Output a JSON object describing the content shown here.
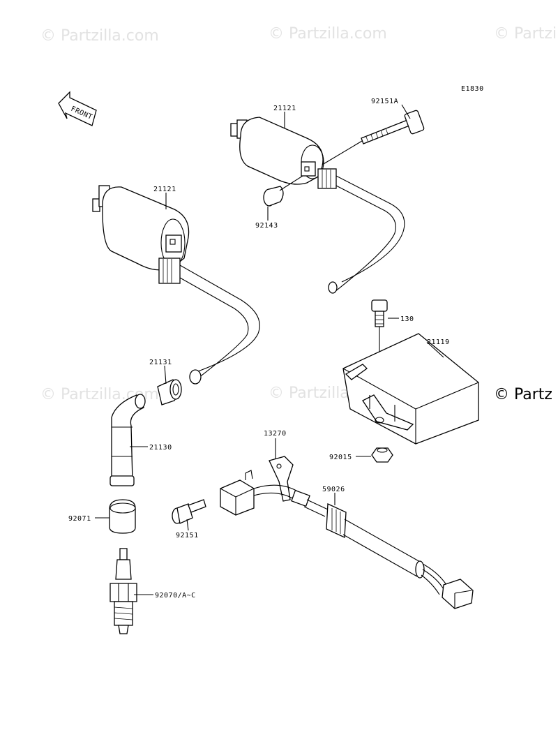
{
  "watermark": {
    "text": "© Partzilla.com",
    "partial_text": "© Partz"
  },
  "diagram_code": "E1830",
  "front_label": "FRONT",
  "parts": [
    {
      "id": "coil-upper",
      "number": "21121"
    },
    {
      "id": "bolt-upper",
      "number": "92151A"
    },
    {
      "id": "collar",
      "number": "92143"
    },
    {
      "id": "coil-lower",
      "number": "21121"
    },
    {
      "id": "bolt-igniter",
      "number": "130"
    },
    {
      "id": "igniter",
      "number": "21119"
    },
    {
      "id": "seal",
      "number": "21131"
    },
    {
      "id": "plug-cap",
      "number": "21130"
    },
    {
      "id": "nut",
      "number": "92015"
    },
    {
      "id": "bracket",
      "number": "13270"
    },
    {
      "id": "harness-sub",
      "number": "59026"
    },
    {
      "id": "cap-cover",
      "number": "92071"
    },
    {
      "id": "screw",
      "number": "92151"
    },
    {
      "id": "spark-plug",
      "number": "92070/A~C"
    }
  ]
}
